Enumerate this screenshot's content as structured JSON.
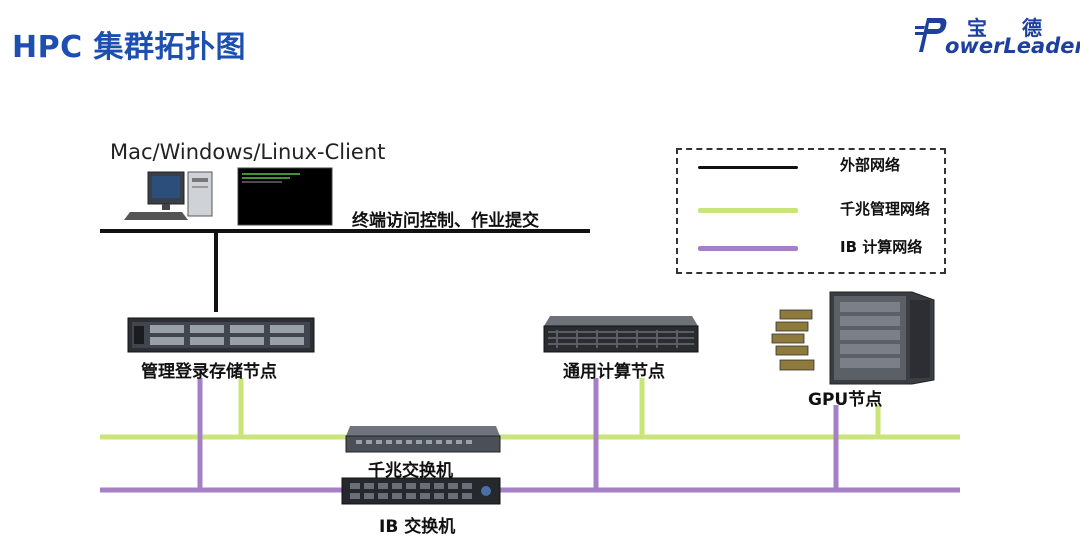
{
  "slide": {
    "title": "HPC 集群拓扑图"
  },
  "logo": {
    "cn": "宝 德",
    "en": "owerLeader"
  },
  "client": {
    "label": "Mac/Windows/Linux-Client"
  },
  "bus": {
    "label": "终端访问控制、作业提交"
  },
  "legend": {
    "items": [
      {
        "label": "外部网络",
        "color": "#111111"
      },
      {
        "label": "千兆管理网络",
        "color": "#c9e57a"
      },
      {
        "label": "IB 计算网络",
        "color": "#a67fc9"
      }
    ]
  },
  "nodes": {
    "mgmt": "管理登录存储节点",
    "compute": "通用计算节点",
    "gpu": "GPU节点",
    "gige_switch": "千兆交换机",
    "ib_switch": "IB 交换机"
  },
  "colors": {
    "title": "#1d4fb0",
    "gige": "#c9e57a",
    "ib": "#a67fc9",
    "external": "#111111"
  }
}
